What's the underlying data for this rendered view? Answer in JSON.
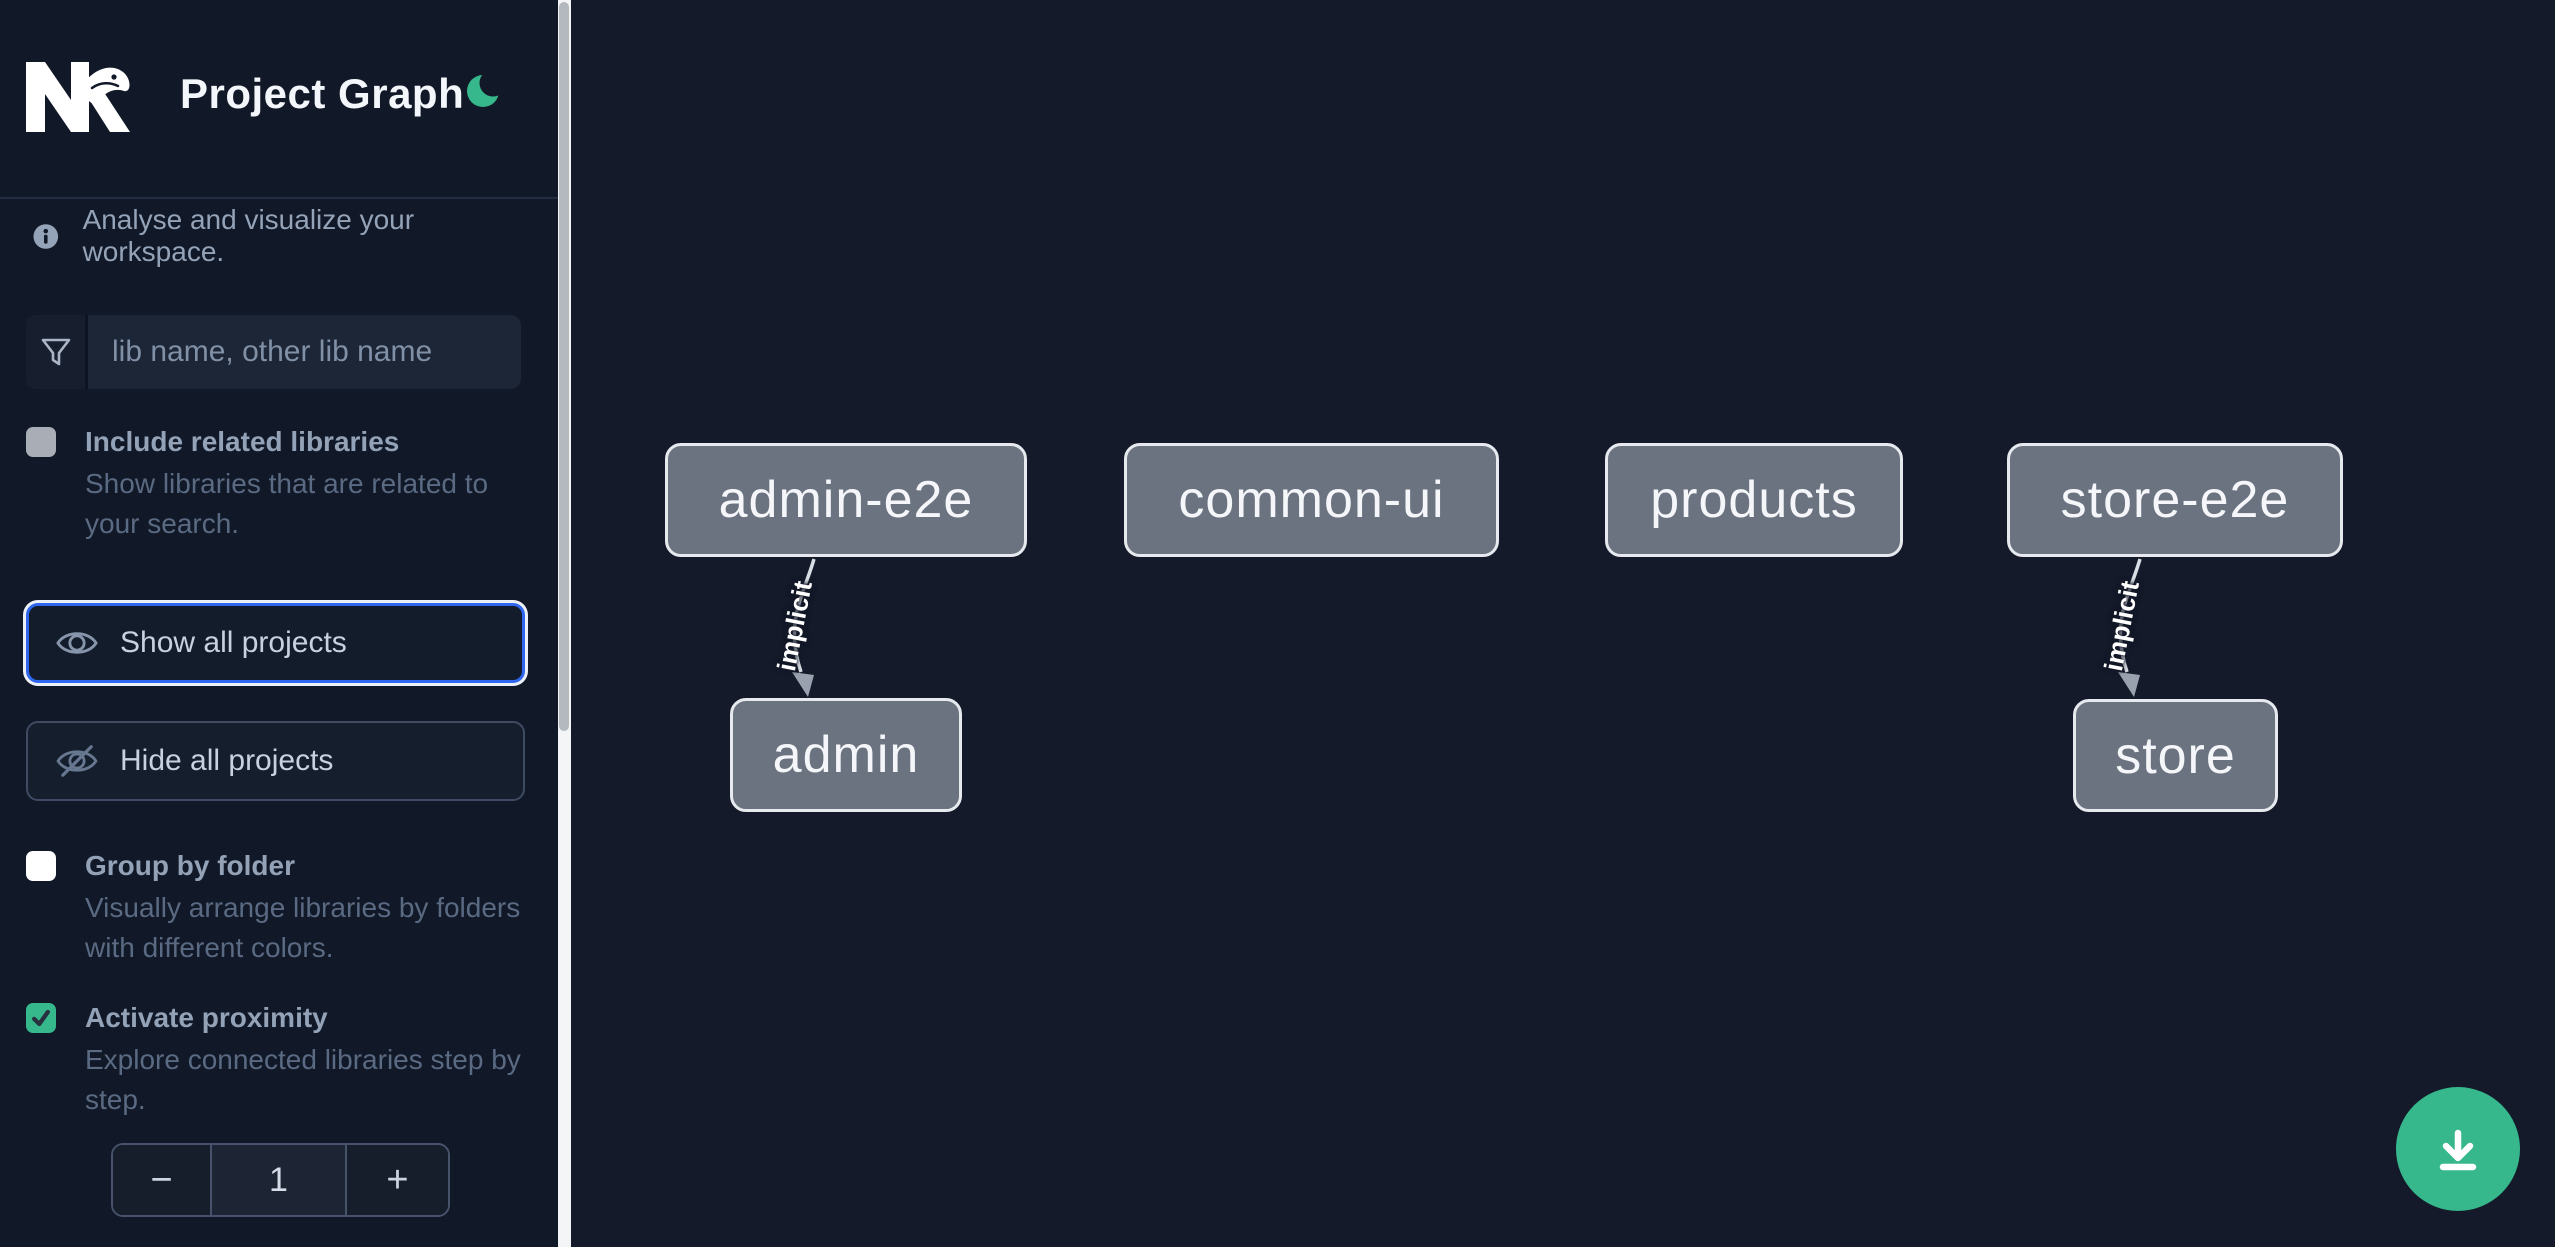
{
  "header": {
    "title": "Project Graph"
  },
  "sidebar": {
    "tagline": "Analyse and visualize your workspace.",
    "filter": {
      "placeholder": "lib name, other lib name"
    },
    "include_related": {
      "label": "Include related libraries",
      "description": "Show libraries that are related to your search.",
      "checked": false
    },
    "show_all": {
      "label": "Show all projects"
    },
    "hide_all": {
      "label": "Hide all projects"
    },
    "group_by_folder": {
      "label": "Group by folder",
      "description": "Visually arrange libraries by folders with different colors.",
      "checked": false
    },
    "proximity": {
      "label": "Activate proximity",
      "description": "Explore connected libraries step by step.",
      "checked": true
    },
    "depth_stepper": {
      "decrement": "−",
      "value": "1",
      "increment": "+"
    }
  },
  "graph": {
    "nodes": [
      {
        "label": "admin-e2e"
      },
      {
        "label": "common-ui"
      },
      {
        "label": "products"
      },
      {
        "label": "store-e2e"
      },
      {
        "label": "admin"
      },
      {
        "label": "store"
      }
    ],
    "edges": [
      {
        "from": "admin-e2e",
        "to": "admin",
        "label": "implicit"
      },
      {
        "from": "store-e2e",
        "to": "store",
        "label": "implicit"
      }
    ]
  },
  "fab": {
    "icon": "download-icon"
  },
  "colors": {
    "accent_green": "#36b78c",
    "focus_blue": "#2e67ee",
    "node_fill": "#6b7280",
    "node_border": "#e6e9ee",
    "sidebar_bg": "#111827",
    "canvas_bg": "#141a29"
  }
}
